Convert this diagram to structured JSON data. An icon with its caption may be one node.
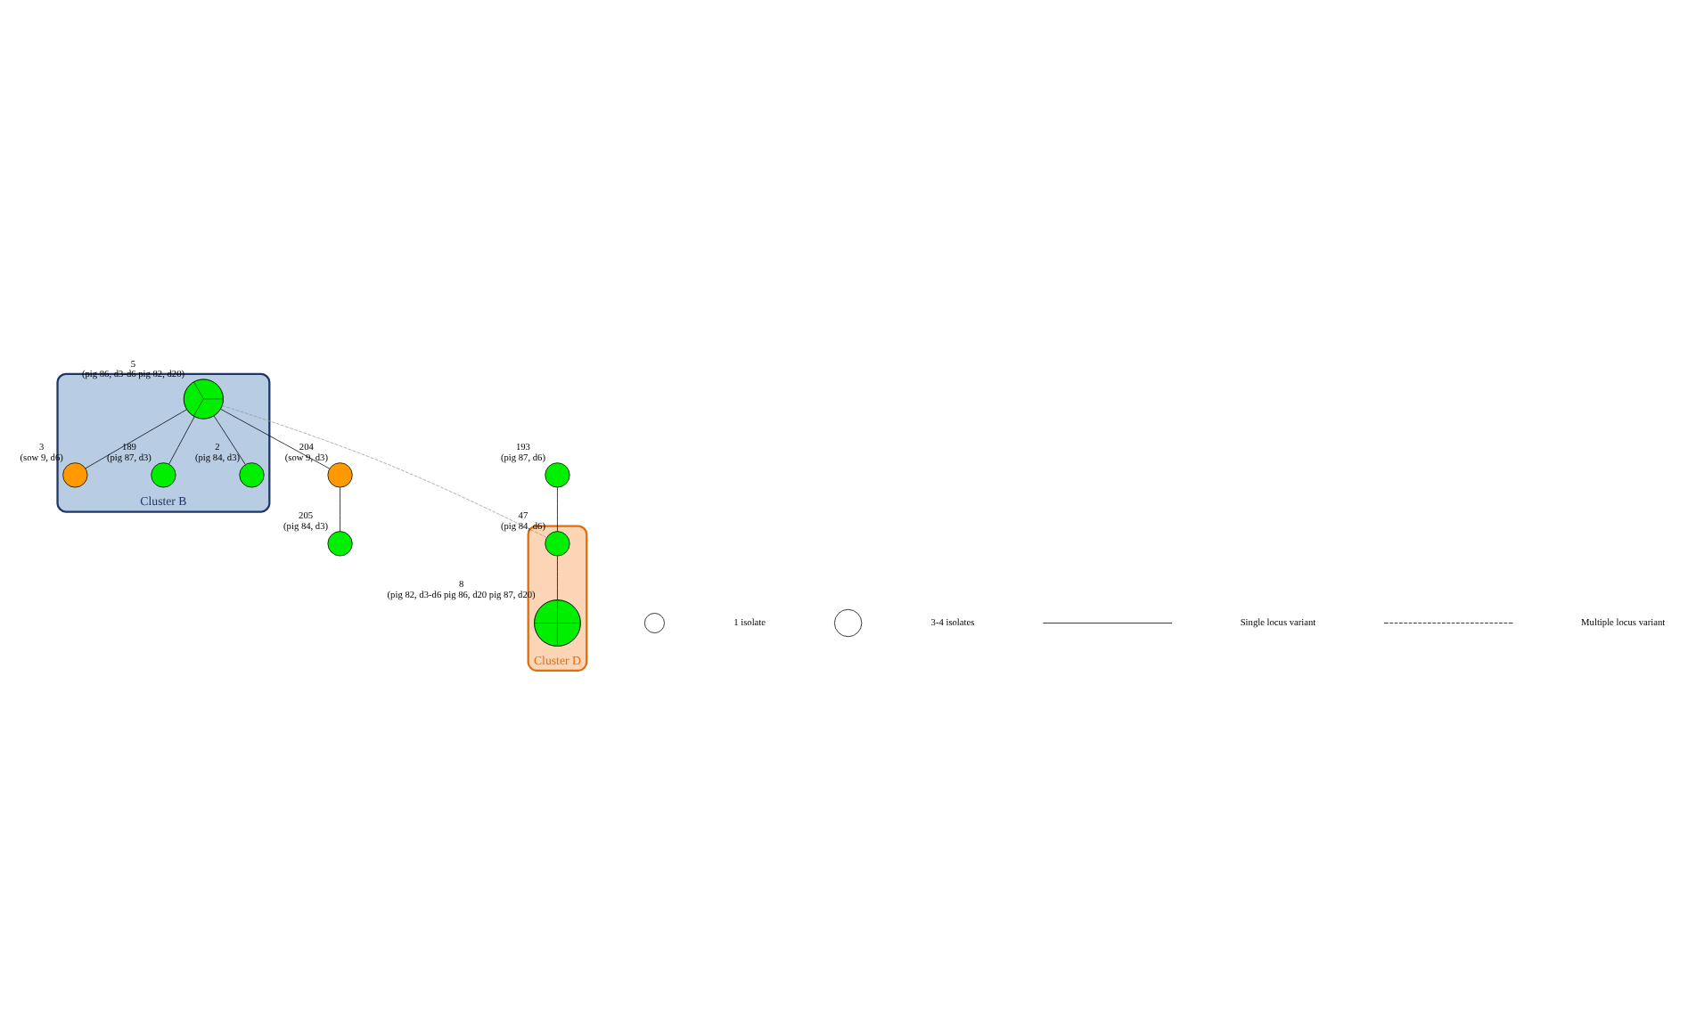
{
  "diagram": {
    "nodes": [
      {
        "text": [
          "Cluster B"
        ]
      },
      {
        "text": [],
        "shape": "circle",
        "in": 0,
        "beside": [
          "3",
          "(sow 9, d6)"
        ]
      },
      {
        "text": [],
        "shape": "circle",
        "in": 0,
        "beside": [
          "189",
          "(pig 87, d3)"
        ]
      },
      {
        "text": [],
        "shape": "circle",
        "in": 0,
        "beside": [
          "5",
          "(pig 86, d3-d6 pig 82, d20)"
        ]
      },
      {
        "text": [],
        "shape": "circle",
        "in": 0,
        "beside": [
          "2",
          "(pig 84, d3)"
        ]
      },
      {
        "text": [],
        "shape": "circle",
        "beside": [
          "204",
          "(sow 9, d3)"
        ]
      },
      {
        "text": [],
        "shape": "circle",
        "beside": [
          "205",
          "(pig 84, d3)"
        ]
      },
      {
        "text": [],
        "shape": "circle",
        "beside": [
          "193",
          "(pig 87, d6)"
        ]
      },
      {
        "text": [
          "Cluster D"
        ]
      },
      {
        "text": [],
        "shape": "circle",
        "in": 8,
        "beside": [
          "47",
          "(pig 84, d6)"
        ]
      },
      {
        "text": [],
        "shape": "circle",
        "in": 8,
        "beside": [
          "8",
          "(pig 82, d3-d6 pig 86, d20 pig 87, d20)"
        ]
      },
      {
        "text": [],
        "shape": "circle"
      },
      {
        "text": [],
        "shape": "circle"
      }
    ],
    "edges": [
      {
        "from": 3,
        "to": 1,
        "arrow": "none"
      },
      {
        "from": 3,
        "to": 2,
        "arrow": "none"
      },
      {
        "from": 3,
        "to": 4,
        "arrow": "none"
      },
      {
        "from": 3,
        "to": 5,
        "arrow": "none"
      },
      {
        "from": 5,
        "to": 6,
        "arrow": "none"
      },
      {
        "from": 7,
        "to": 9,
        "arrow": "none"
      },
      {
        "from": 9,
        "to": 10,
        "arrow": "none"
      },
      {
        "from": 3,
        "to": 9,
        "arrow": "none",
        "style": "dashed",
        "color": "#999999"
      }
    ],
    "legend": [
      {
        "text": "1 isolate"
      },
      {
        "text": "3-4 isolates"
      },
      {
        "text": "Single locus variant"
      },
      {
        "text": "Multiple locus variant"
      }
    ]
  }
}
